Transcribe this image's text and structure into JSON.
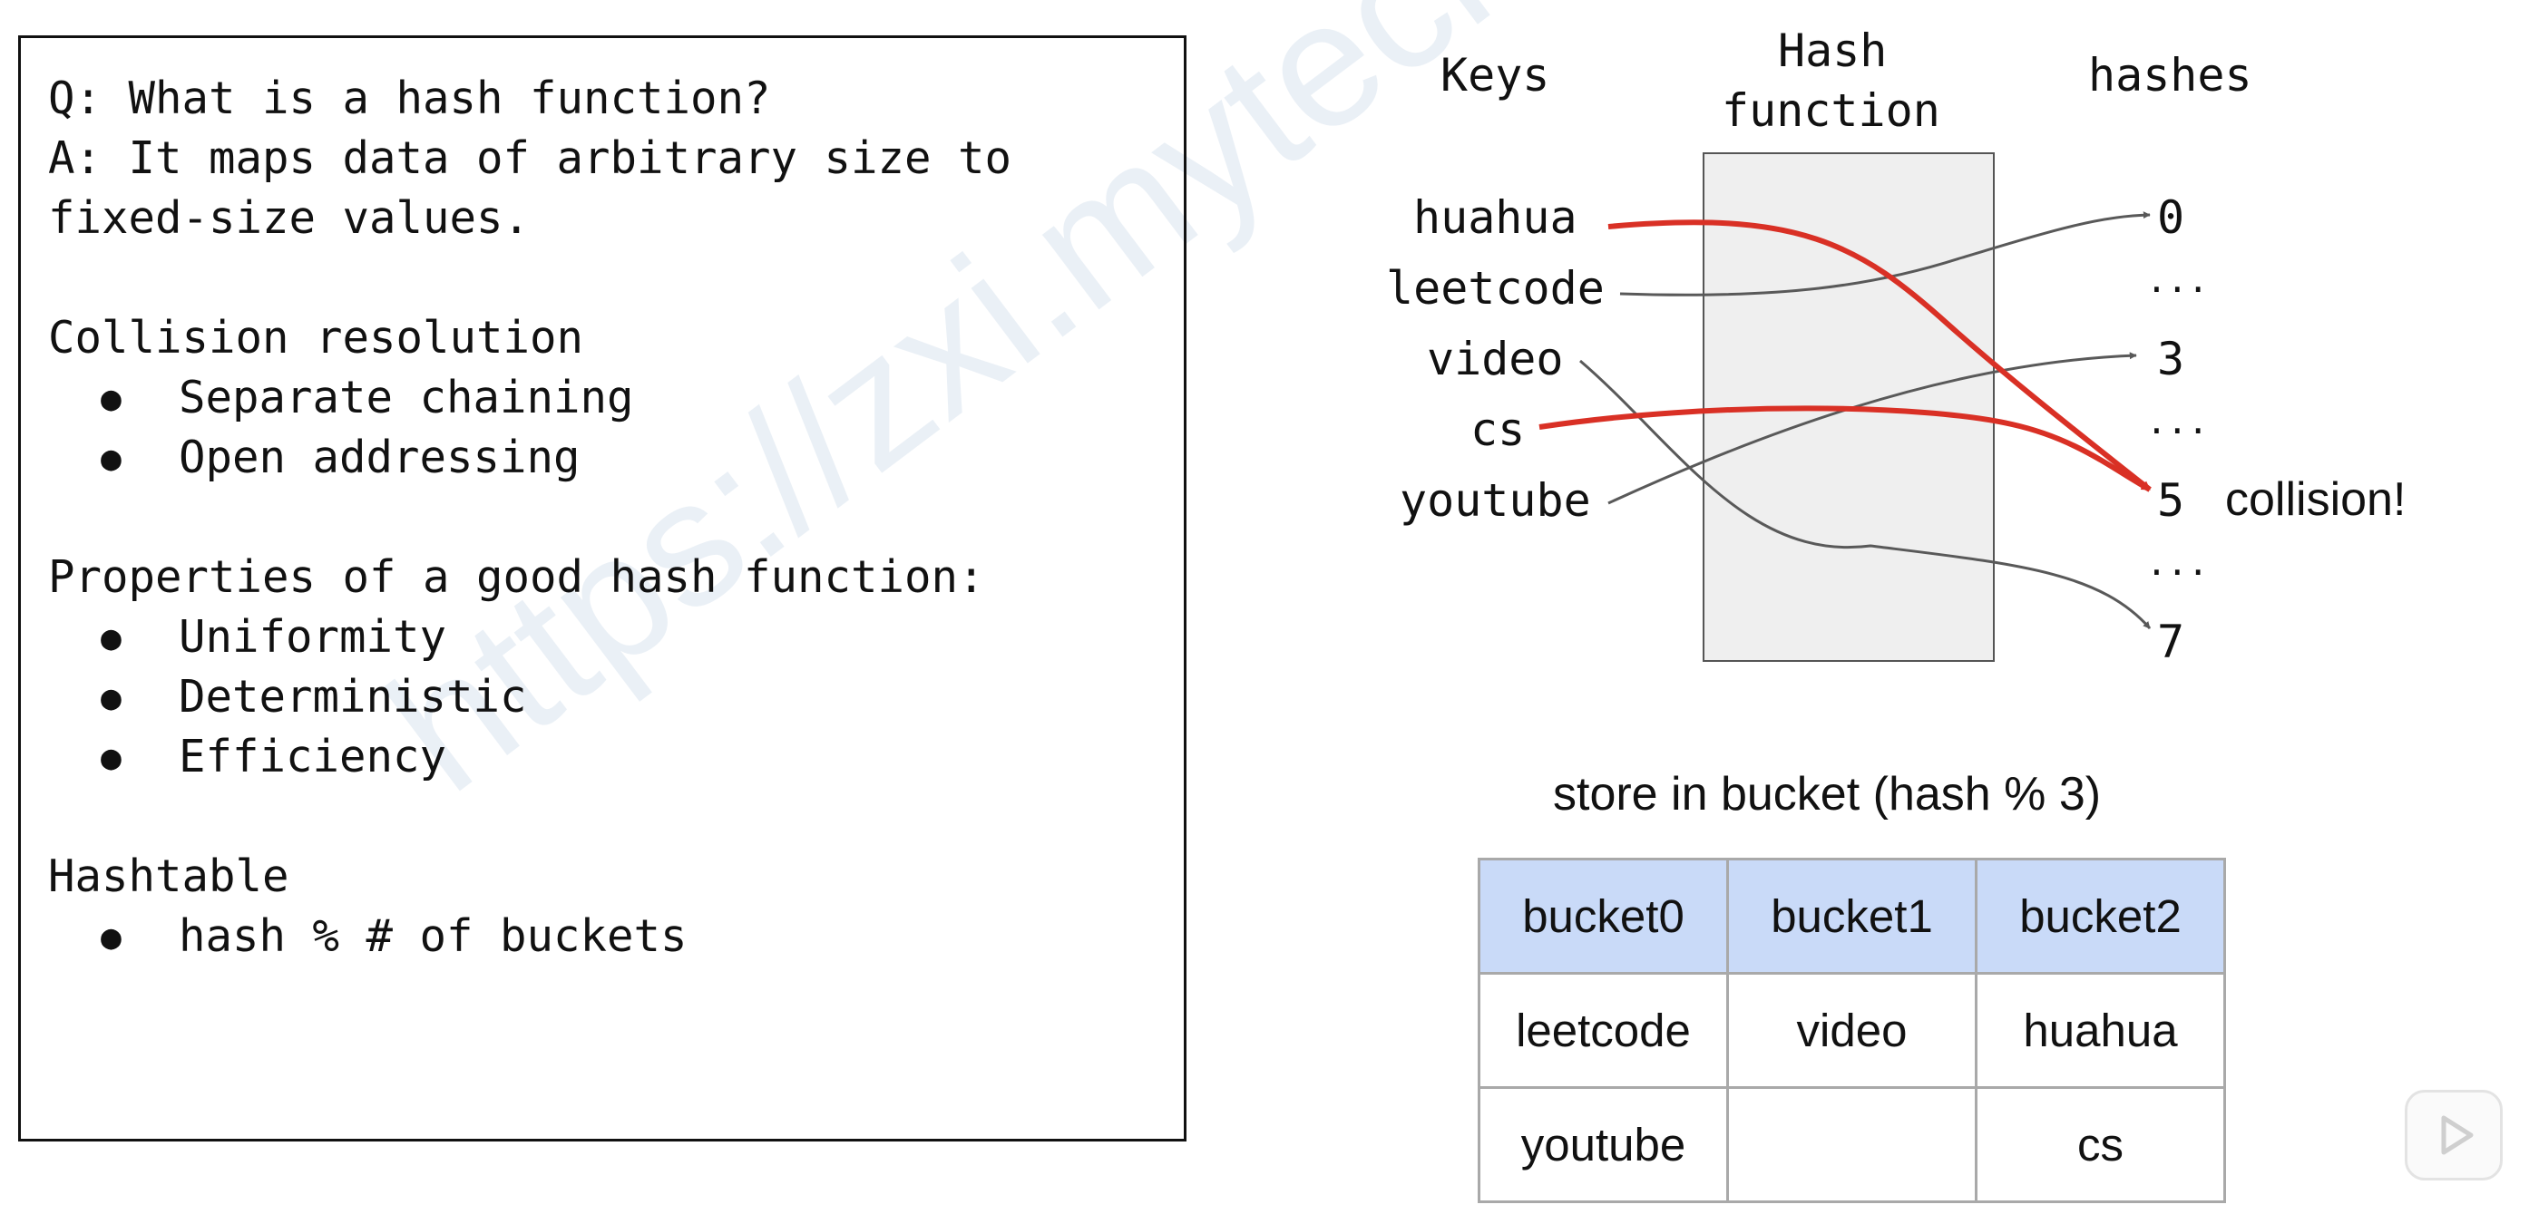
{
  "notes": {
    "q": "Q: What is a hash function?",
    "a1": "A: It maps data of arbitrary size to",
    "a2": "fixed-size values.",
    "collision_heading": "Collision resolution",
    "collision_items": [
      "Separate chaining",
      "Open addressing"
    ],
    "properties_heading": "Properties of a good hash function:",
    "properties_items": [
      "Uniformity",
      "Deterministic",
      "Efficiency"
    ],
    "hashtable_heading": "Hashtable",
    "hashtable_items": [
      "hash % # of buckets"
    ],
    "bullet_char": "●"
  },
  "diagram": {
    "keys_header": "Keys",
    "hash_header_line1": "Hash",
    "hash_header_line2": "function",
    "hashes_header": "hashes",
    "keys": [
      "huahua",
      "leetcode",
      "video",
      "cs",
      "youtube"
    ],
    "hashes": [
      "0",
      "...",
      "3",
      "...",
      "5",
      "...",
      "7"
    ],
    "collision_label": "collision!",
    "mappings": [
      {
        "key": "huahua",
        "hash": "5",
        "highlight": true
      },
      {
        "key": "leetcode",
        "hash": "0",
        "highlight": false
      },
      {
        "key": "video",
        "hash": "7",
        "highlight": false
      },
      {
        "key": "cs",
        "hash": "5",
        "highlight": true
      },
      {
        "key": "youtube",
        "hash": "3",
        "highlight": false
      }
    ],
    "colors": {
      "highlight": "#d93025",
      "normal": "#595959",
      "box_fill": "#efefef",
      "header_fill": "#c9daf8"
    }
  },
  "buckets": {
    "caption": "store in bucket (hash % 3)",
    "headers": [
      "bucket0",
      "bucket1",
      "bucket2"
    ],
    "rows": [
      [
        "leetcode",
        "video",
        "huahua"
      ],
      [
        "youtube",
        "",
        "cs"
      ]
    ]
  },
  "watermark": "https://zxi.mytechroad.com/blog/ 花花酱 LeetCode",
  "icons": {
    "play": "play-icon"
  }
}
